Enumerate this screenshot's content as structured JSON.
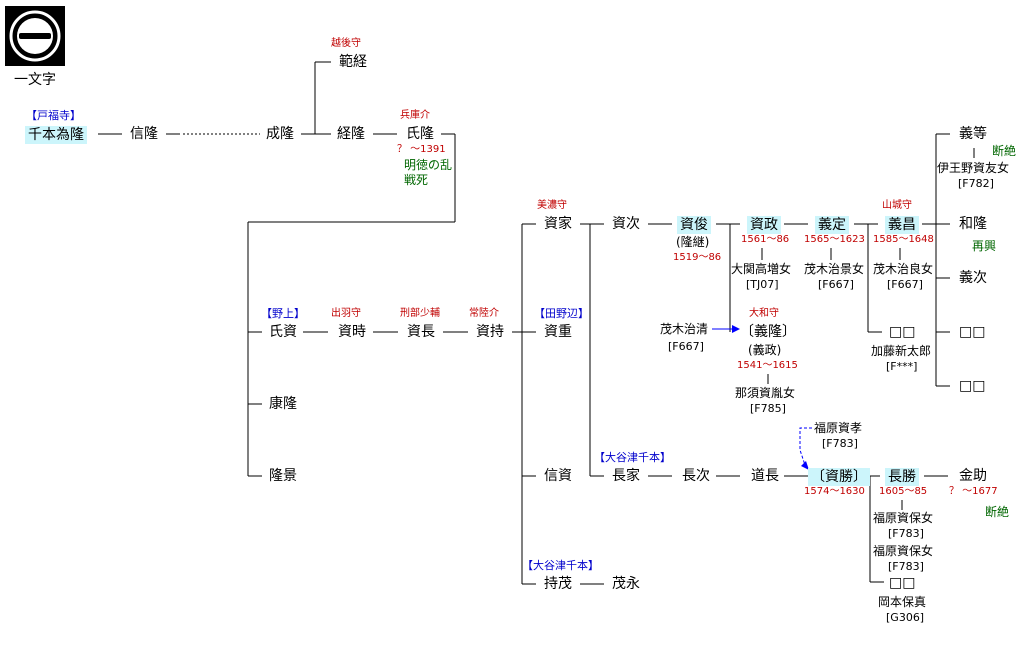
{
  "crest": {
    "icon": "ichimonji-crest-icon",
    "caption": "一文字"
  },
  "lineage": {
    "tameta": {
      "branch": "【戸福寺】",
      "name": "千本為隆"
    },
    "nobutaka": {
      "name": "信隆"
    },
    "naritaka": {
      "name": "成隆"
    },
    "norihisa": {
      "title": "越後守",
      "name": "範経"
    },
    "tsunetaka": {
      "name": "経隆"
    },
    "ujitaka": {
      "title": "兵庫介",
      "name": "氏隆",
      "years": "？ ～1391",
      "note1": "明徳の乱",
      "note2": "戦死"
    },
    "ujisuke": {
      "branch": "【野上】",
      "name": "氏資"
    },
    "suketoki": {
      "title": "出羽守",
      "name": "資時"
    },
    "sukenaga": {
      "title": "刑部少輔",
      "name": "資長"
    },
    "suketomo": {
      "title": "常陸介",
      "name": "資持"
    },
    "sukeshige": {
      "branch": "【田野辺】",
      "name": "資重"
    },
    "yasutaka": {
      "name": "康隆"
    },
    "takakage": {
      "name": "隆景"
    },
    "sukeie": {
      "title": "美濃守",
      "name": "資家"
    },
    "nobusuke": {
      "name": "信資"
    },
    "mochishige": {
      "branch": "【大谷津千本】",
      "name": "持茂"
    },
    "shigenaga": {
      "name": "茂永"
    },
    "suketsugu": {
      "name": "資次"
    },
    "suketoshi": {
      "name": "資俊",
      "alias": "(隆継)",
      "years": "1519～86"
    },
    "sukemasa": {
      "name": "資政",
      "years": "1561～86",
      "wife": "大関高増女",
      "wife_code": "[TJ07]"
    },
    "yoshisada": {
      "name": "義定",
      "years": "1565～1623",
      "wife": "茂木治景女",
      "wife_code": "[F667]"
    },
    "yoshimasa": {
      "title": "山城守",
      "name": "義昌",
      "years": "1585～1648",
      "wife": "茂木治良女",
      "wife_code": "[F667]"
    },
    "yoshitomo": {
      "name": "義等",
      "status": "断絶",
      "wife": "伊王野資友女",
      "wife_code": "[F782]"
    },
    "kazutaka": {
      "name": "和隆",
      "status": "再興"
    },
    "yoshitsugu": {
      "name": "義次"
    },
    "unknown_son1": {
      "name": "□□"
    },
    "unknown_son2": {
      "name": "□□"
    },
    "unknown_daughter": {
      "name": "□□",
      "husband": "加藤新太郎",
      "husband_code": "[F***]"
    },
    "motegi_harukiyo": {
      "name": "茂木治清",
      "code": "[F667]"
    },
    "yoshitaka": {
      "title": "大和守",
      "name": "〔義隆〕",
      "alias": "(義政)",
      "years": "1541～1615",
      "wife": "那須資胤女",
      "wife_code": "[F785]"
    },
    "nagaie": {
      "branch": "【大谷津千本】",
      "name": "長家"
    },
    "nagatsugu": {
      "name": "長次"
    },
    "michinaga": {
      "name": "道長"
    },
    "fukuhara_sukeyoshi": {
      "name": "福原資孝",
      "code": "[F783]"
    },
    "sukekatsu": {
      "name": "〔資勝〕",
      "years": "1574～1630"
    },
    "nagakatsu": {
      "name": "長勝",
      "years": "1605～85",
      "wife1": "福原資保女",
      "wife1_code": "[F783]",
      "wife2": "福原資保女",
      "wife2_code": "[F783]"
    },
    "kanesuke": {
      "name": "金助",
      "years": "？ ～1677",
      "status": "断絶"
    },
    "unknown_daughter2": {
      "name": "□□",
      "husband": "岡本保真",
      "husband_code": "[G306]"
    }
  }
}
